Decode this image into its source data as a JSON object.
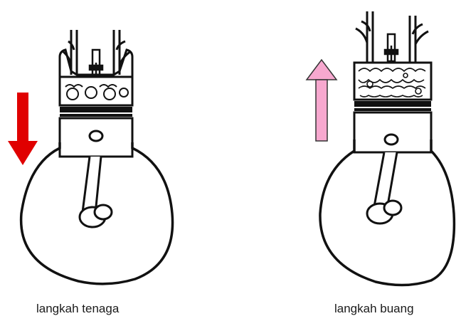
{
  "panels": [
    {
      "caption": "langkah tenaga",
      "arrow_direction": "down",
      "arrow_color": "#e00000",
      "chamber": "burning-mixture"
    },
    {
      "caption": "langkah buang",
      "arrow_direction": "up",
      "arrow_color": "#f7a8cf",
      "chamber": "exhaust-gas"
    }
  ],
  "colors": {
    "line": "#111111",
    "background": "#ffffff"
  }
}
